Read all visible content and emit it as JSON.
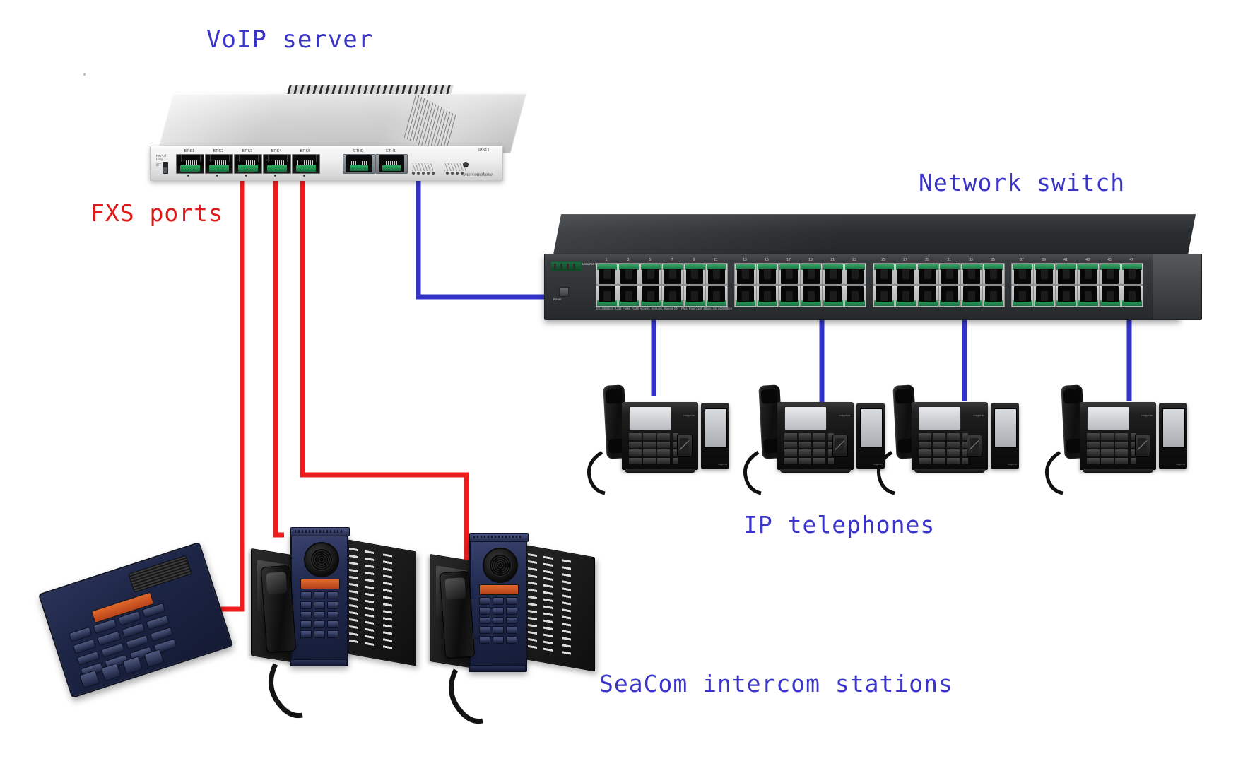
{
  "diagram": {
    "type": "network-topology",
    "background_color": "#ffffff",
    "label_color_blue": "#3a35c8",
    "label_color_red": "#e01b17",
    "cable_color_red": "#ee1c1c",
    "cable_color_blue": "#3333cc"
  },
  "labels": {
    "voip_server": "VoIP server",
    "fxs_ports": "FXS ports",
    "network_switch": "Network switch",
    "ip_telephones": "IP telephones",
    "seacom_stations": "SeaCom intercom stations"
  },
  "voip_server": {
    "model": "IP811",
    "brand": "intercomphone",
    "power_label_line1": "Pwr-off",
    "power_label_line2": "Loop",
    "power_on": "ON",
    "power_off": "OFF",
    "fxs_ports": [
      "BRS1",
      "BRS2",
      "BRS3",
      "BRS4",
      "BRS5"
    ],
    "eth_ports": [
      "ETH0",
      "ETH1"
    ]
  },
  "network_switch": {
    "sfp_label": "Link/Act  1 - Speed",
    "reset_label": "Reset",
    "bottom_legend": "10/100Mbit/s RJ45 Ports, Flash Activity, Act Link, Speed ON - Flas, Flash 100 Mbps, On 1000Mbps",
    "port_numbers": [
      "1",
      "3",
      "5",
      "7",
      "9",
      "11",
      "13",
      "15",
      "17",
      "19",
      "21",
      "23",
      "25",
      "27",
      "29",
      "31",
      "33",
      "35",
      "37",
      "39",
      "41",
      "43",
      "45",
      "47"
    ]
  },
  "ip_phones": [
    {
      "brand": "magenta"
    },
    {
      "brand": "magenta"
    },
    {
      "brand": "magenta"
    },
    {
      "brand": "magenta"
    }
  ],
  "connections": {
    "red_fxs_cables": 3,
    "blue_eth_cables": 1,
    "blue_phone_cables": 4
  }
}
